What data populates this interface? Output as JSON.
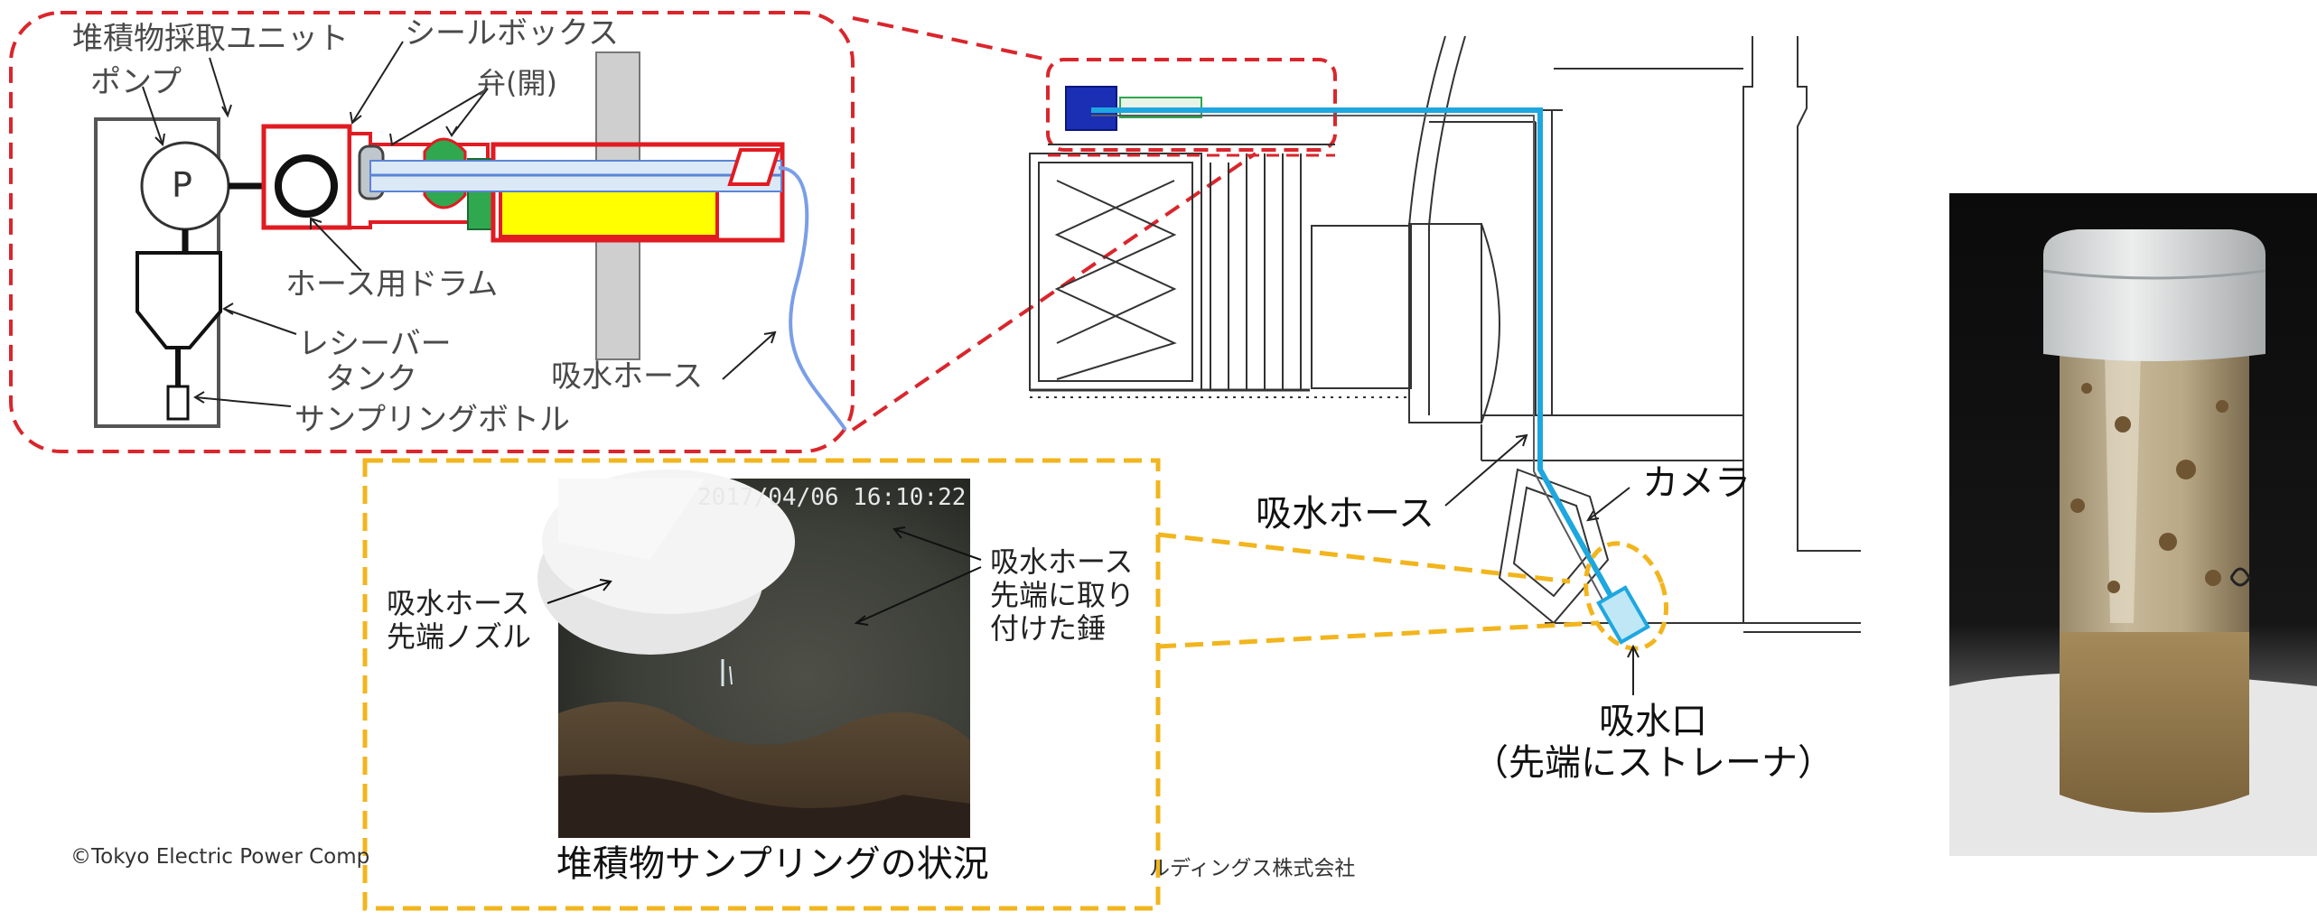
{
  "schematic": {
    "unit_label": "堆積物採取ユニット",
    "pump_label": "ポンプ",
    "pump_symbol": "P",
    "seal_box_label": "シールボックス",
    "valve_label": "弁(開)",
    "drum_label": "ホース用ドラム",
    "receiver_tank_label": [
      "レシーバー",
      "タンク"
    ],
    "bottle_label": "サンプリングボトル",
    "hose_label": "吸水ホース"
  },
  "photo": {
    "timestamp": "2017/04/06 16:10:22",
    "nozzle_label": [
      "吸水ホース",
      "先端ノズル"
    ],
    "weight_label": [
      "吸水ホース",
      "先端に取り",
      "付けた錘"
    ],
    "caption": "堆積物サンプリングの状況"
  },
  "overview": {
    "hose_label": "吸水ホース",
    "camera_label": "カメラ",
    "intake_label": [
      "吸水口",
      "（先端にストレーナ）"
    ]
  },
  "footer": {
    "copyright_left": "©Tokyo Electric Power Comp",
    "copyright_right": "ルディングス株式会社"
  },
  "colors": {
    "callout_red": "#d9262c",
    "callout_yellow": "#f2b51d",
    "hose_blue": "#1ea7df",
    "seal_red": "#e11b22",
    "fill_yellow": "#ffff00",
    "valve_green": "#2fa84f",
    "wall_grey": "#cfcfcf"
  }
}
